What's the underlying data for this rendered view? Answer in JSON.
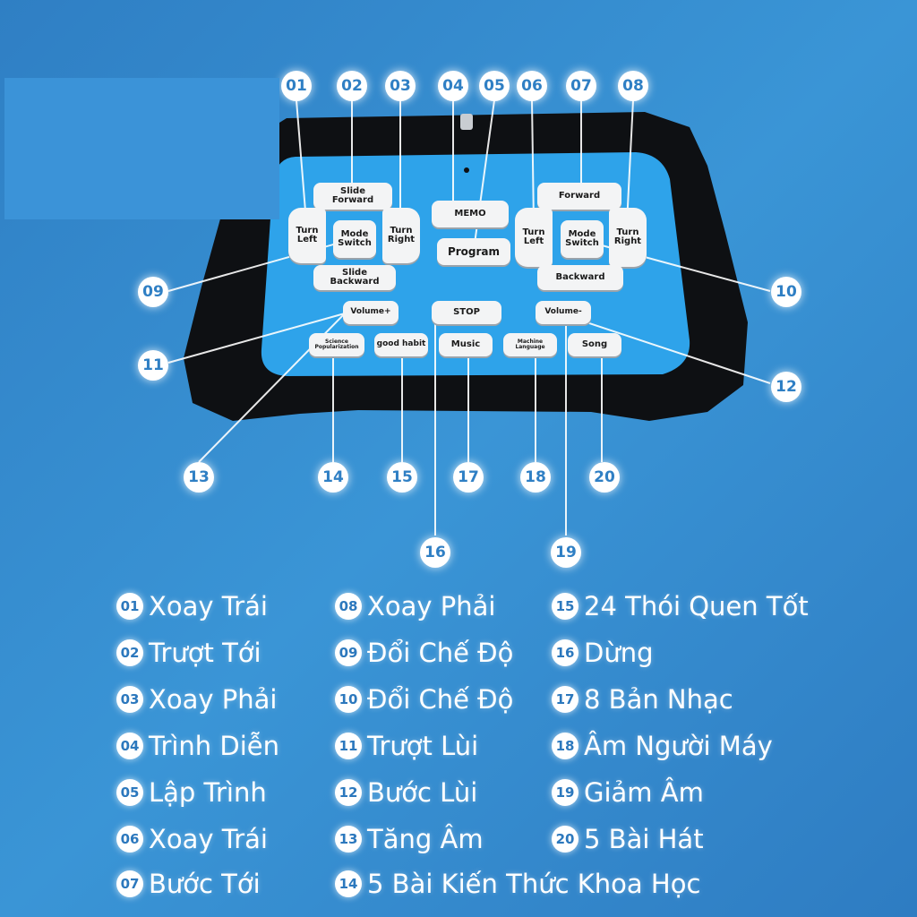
{
  "remote": {
    "buttons": {
      "slide_forward": "Slide\nForward",
      "turn_left_a": "Turn\nLeft",
      "mode_switch_a": "Mode\nSwitch",
      "turn_right_a": "Turn\nRight",
      "slide_backward": "Slide\nBackward",
      "memo": "MEMO",
      "program": "Program",
      "stop": "STOP",
      "forward": "Forward",
      "turn_left_b": "Turn\nLeft",
      "mode_switch_b": "Mode\nSwitch",
      "turn_right_b": "Turn\nRight",
      "backward": "Backward",
      "volume_up": "Volume+",
      "volume_down": "Volume-",
      "science": "Science\nPopularization",
      "good_habit": "good habit",
      "music": "Music",
      "machine_language": "Machine\nLanguage",
      "song": "Song"
    },
    "callouts": [
      "01",
      "02",
      "03",
      "04",
      "05",
      "06",
      "07",
      "08",
      "09",
      "10",
      "11",
      "12",
      "13",
      "14",
      "15",
      "16",
      "17",
      "18",
      "19",
      "20"
    ]
  },
  "legend": [
    {
      "num": "01",
      "text": "Xoay Trái"
    },
    {
      "num": "02",
      "text": "Trượt Tới"
    },
    {
      "num": "03",
      "text": "Xoay Phải"
    },
    {
      "num": "04",
      "text": "Trình Diễn"
    },
    {
      "num": "05",
      "text": "Lập Trình"
    },
    {
      "num": "06",
      "text": "Xoay Trái"
    },
    {
      "num": "07",
      "text": "Bước Tới"
    },
    {
      "num": "08",
      "text": "Xoay Phải"
    },
    {
      "num": "09",
      "text": "Đổi Chế Độ"
    },
    {
      "num": "10",
      "text": "Đổi Chế Độ"
    },
    {
      "num": "11",
      "text": "Trượt Lùi"
    },
    {
      "num": "12",
      "text": "Bước Lùi"
    },
    {
      "num": "13",
      "text": "Tăng Âm"
    },
    {
      "num": "14",
      "text": "5 Bài Kiến Thức Khoa Học"
    },
    {
      "num": "15",
      "text": "24 Thói Quen Tốt"
    },
    {
      "num": "16",
      "text": "Dừng"
    },
    {
      "num": "17",
      "text": "8 Bản Nhạc"
    },
    {
      "num": "18",
      "text": "Âm Người Máy"
    },
    {
      "num": "19",
      "text": "Giảm Âm"
    },
    {
      "num": "20",
      "text": "5 Bài Hát"
    }
  ],
  "colors": {
    "background": "#3a8fd3",
    "device_body": "#0d0f12",
    "panel": "#2ea3ea",
    "button": "#f3f4f5"
  }
}
